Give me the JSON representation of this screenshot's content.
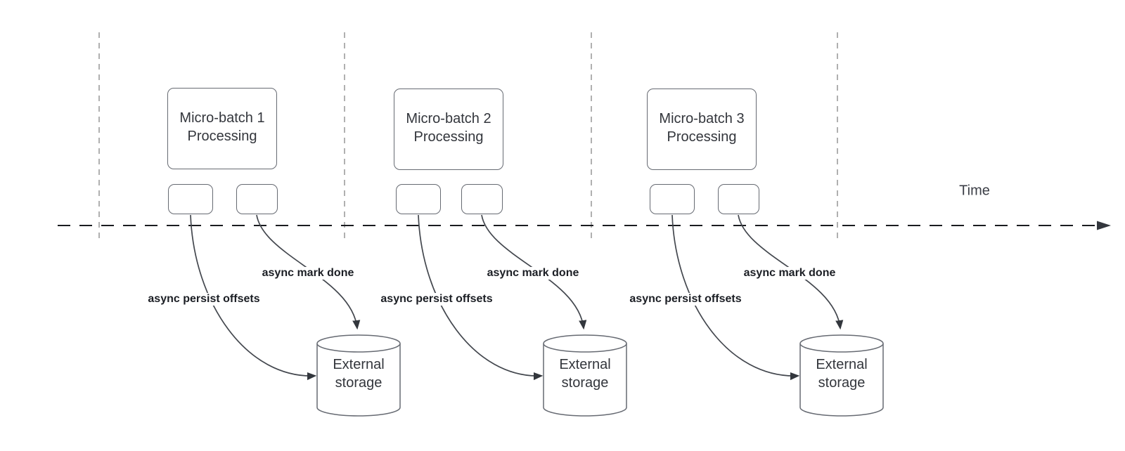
{
  "diagram": {
    "time_label": "Time",
    "colors": {
      "shape_stroke": "#666a72",
      "arrow_stroke": "#43474e",
      "arrowhead_fill": "#33373d",
      "timeline_stroke": "#1a1c20",
      "divider_stroke": "#b0b0b0"
    },
    "groups": [
      {
        "process_label": "Micro-batch 1\nProcessing",
        "persist_label": "async persist offsets",
        "done_label": "async mark done",
        "storage_label": "External\nstorage"
      },
      {
        "process_label": "Micro-batch 2\nProcessing",
        "persist_label": "async persist offsets",
        "done_label": "async mark done",
        "storage_label": "External\nstorage"
      },
      {
        "process_label": "Micro-batch 3\nProcessing",
        "persist_label": "async persist offsets",
        "done_label": "async mark done",
        "storage_label": "External\nstorage"
      }
    ]
  }
}
